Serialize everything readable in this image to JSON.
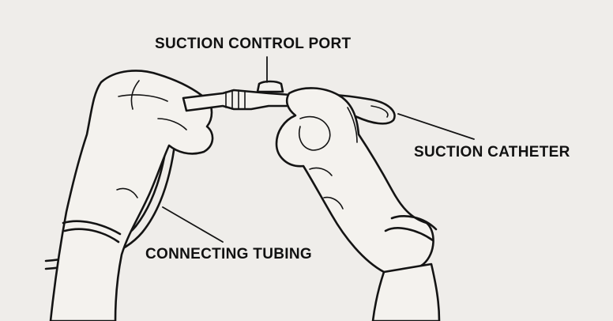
{
  "labels": {
    "suction_control_port": "SUCTION CONTROL PORT",
    "suction_catheter": "SUCTION CATHETER",
    "connecting_tubing": "CONNECTING TUBING"
  },
  "colors": {
    "paper": "#efedea",
    "ink": "#141414"
  }
}
